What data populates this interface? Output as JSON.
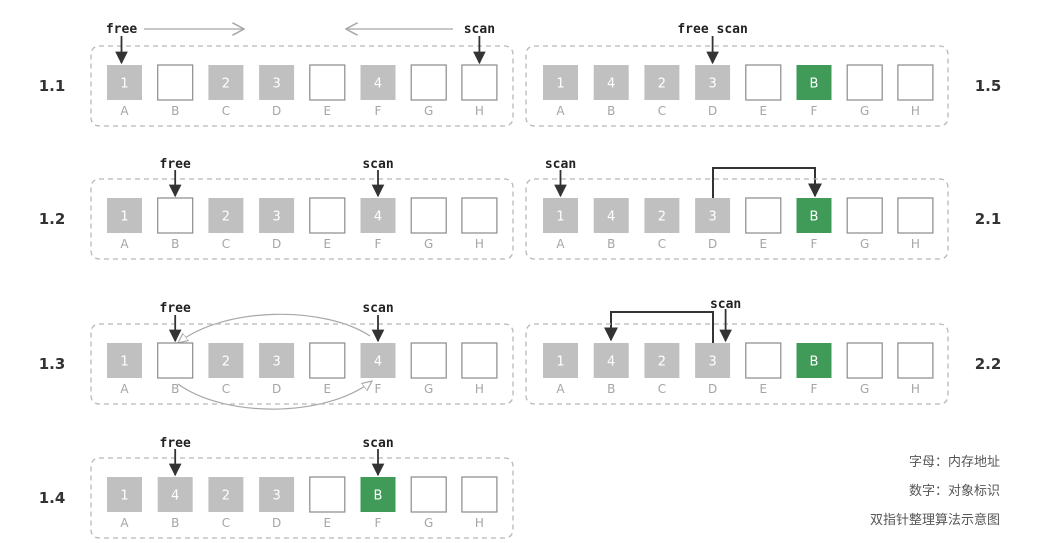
{
  "address_letters": [
    "A",
    "B",
    "C",
    "D",
    "E",
    "F",
    "G",
    "H"
  ],
  "colors": {
    "filled": "#c0c0c0",
    "moved": "#3f9b57",
    "empty_border": "#8a8a8a",
    "panel_border": "#b8b8b8",
    "letter": "#a5a5a5",
    "arrow": "#333333",
    "ghost_arrow": "#b0b0b0"
  },
  "pointer_labels": {
    "free": "free",
    "scan": "scan",
    "combined": "free scan"
  },
  "panels": [
    {
      "label": "1.1",
      "cells": [
        "1",
        "",
        "2",
        "3",
        "",
        "4",
        "",
        ""
      ],
      "moved_index": null,
      "free_index": 0,
      "scan_index": 7
    },
    {
      "label": "1.2",
      "cells": [
        "1",
        "",
        "2",
        "3",
        "",
        "4",
        "",
        ""
      ],
      "moved_index": null,
      "free_index": 1,
      "scan_index": 5
    },
    {
      "label": "1.3",
      "cells": [
        "1",
        "",
        "2",
        "3",
        "",
        "4",
        "",
        ""
      ],
      "moved_index": null,
      "free_index": 1,
      "scan_index": 5
    },
    {
      "label": "1.4",
      "cells": [
        "1",
        "4",
        "2",
        "3",
        "",
        "B",
        "",
        ""
      ],
      "moved_index": 5,
      "free_index": 1,
      "scan_index": 5
    },
    {
      "label": "1.5",
      "cells": [
        "1",
        "4",
        "2",
        "3",
        "",
        "B",
        "",
        ""
      ],
      "moved_index": 5,
      "free_index": 3,
      "scan_index": 3
    },
    {
      "label": "2.1",
      "cells": [
        "1",
        "4",
        "2",
        "3",
        "",
        "B",
        "",
        ""
      ],
      "moved_index": 5,
      "free_index": null,
      "scan_index": 0
    },
    {
      "label": "2.2",
      "cells": [
        "1",
        "4",
        "2",
        "3",
        "",
        "B",
        "",
        ""
      ],
      "moved_index": 5,
      "free_index": null,
      "scan_index": 3
    }
  ],
  "notes": [
    "字母：内存地址",
    "数字：对象标识",
    "双指针整理算法示意图"
  ]
}
